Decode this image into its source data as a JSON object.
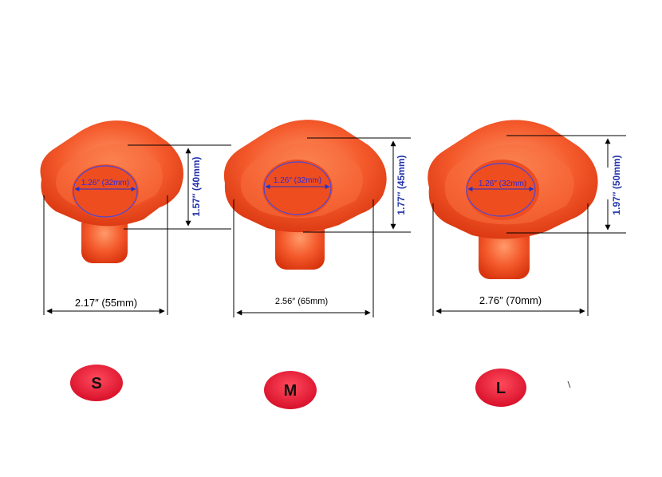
{
  "colors": {
    "ring_dark": "#e23a12",
    "ring_mid": "#f2552a",
    "ring_light": "#ff8a5c",
    "inner_blue": "#3a3ad8",
    "dim_line": "#000000",
    "height_text": "#2233aa",
    "badge": "#e8203a"
  },
  "sizes": [
    {
      "id": "s",
      "inner_label": "1.26″ (32mm)",
      "height_label": "1.57″ (40mm)",
      "width_label": "2.17″ (55mm)",
      "badge": "S"
    },
    {
      "id": "m",
      "inner_label": "1.26″ (32mm)",
      "height_label": "1.77″ (45mm)",
      "width_label": "2.56″ (65mm)",
      "badge": "M"
    },
    {
      "id": "l",
      "inner_label": "1.26″ (32mm)",
      "height_label": "1.97″ (50mm)",
      "width_label": "2.76″ (70mm)",
      "badge": "L"
    }
  ]
}
